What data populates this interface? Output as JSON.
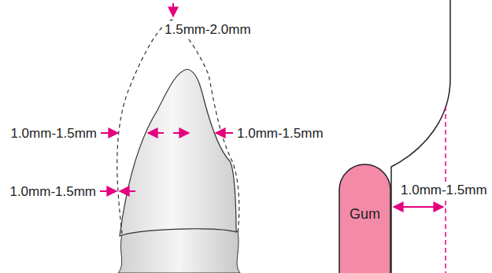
{
  "diagram": {
    "nodes": [
      {
        "text": [
          "Gum"
        ]
      }
    ],
    "labels": [
      "1.5mm-2.0mm",
      "1.0mm-1.5mm",
      "1.0mm-1.5mm",
      "1.0mm-1.5mm",
      "1.0mm-1.5mm"
    ]
  }
}
